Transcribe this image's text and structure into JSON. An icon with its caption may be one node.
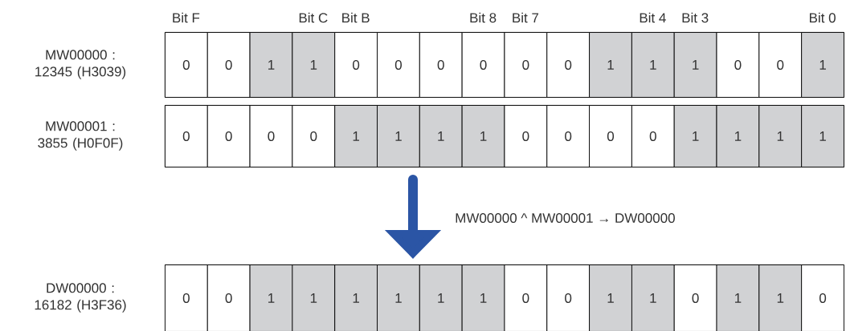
{
  "diagram": {
    "nodes": [
      {
        "text": [],
        "shape": "box",
        "beside": [
          "MW00000 : 12345 (H3039)"
        ]
      },
      {
        "text": [
          "0"
        ],
        "in": 0
      },
      {
        "text": [
          "0"
        ],
        "in": 0
      },
      {
        "text": [
          "1"
        ],
        "in": 0
      },
      {
        "text": [
          "1"
        ],
        "in": 0
      },
      {
        "text": [
          "0"
        ],
        "in": 0
      },
      {
        "text": [
          "0"
        ],
        "in": 0
      },
      {
        "text": [
          "0"
        ],
        "in": 0
      },
      {
        "text": [
          "0"
        ],
        "in": 0
      },
      {
        "text": [
          "0"
        ],
        "in": 0
      },
      {
        "text": [
          "0"
        ],
        "in": 0
      },
      {
        "text": [
          "1"
        ],
        "in": 0
      },
      {
        "text": [
          "1"
        ],
        "in": 0
      },
      {
        "text": [
          "1"
        ],
        "in": 0
      },
      {
        "text": [
          "0"
        ],
        "in": 0
      },
      {
        "text": [
          "0"
        ],
        "in": 0
      },
      {
        "text": [
          "1"
        ],
        "in": 0
      },
      {
        "text": [],
        "shape": "box",
        "beside": [
          "MW00001 : 3855 (H0F0F)"
        ]
      },
      {
        "text": [
          "0"
        ],
        "in": 17
      },
      {
        "text": [
          "0"
        ],
        "in": 17
      },
      {
        "text": [
          "0"
        ],
        "in": 17
      },
      {
        "text": [
          "0"
        ],
        "in": 17
      },
      {
        "text": [
          "1"
        ],
        "in": 17
      },
      {
        "text": [
          "1"
        ],
        "in": 17
      },
      {
        "text": [
          "1"
        ],
        "in": 17
      },
      {
        "text": [
          "1"
        ],
        "in": 17
      },
      {
        "text": [
          "0"
        ],
        "in": 17
      },
      {
        "text": [
          "0"
        ],
        "in": 17
      },
      {
        "text": [
          "0"
        ],
        "in": 17
      },
      {
        "text": [
          "0"
        ],
        "in": 17
      },
      {
        "text": [
          "1"
        ],
        "in": 17
      },
      {
        "text": [
          "1"
        ],
        "in": 17
      },
      {
        "text": [
          "1"
        ],
        "in": 17
      },
      {
        "text": [
          "1"
        ],
        "in": 17
      },
      {
        "text": [],
        "shape": "box",
        "beside": [
          "DW00000 : 16182 (H3F36)"
        ]
      },
      {
        "text": [
          "0"
        ],
        "in": 34
      },
      {
        "text": [
          "0"
        ],
        "in": 34
      },
      {
        "text": [
          "1"
        ],
        "in": 34
      },
      {
        "text": [
          "1"
        ],
        "in": 34
      },
      {
        "text": [
          "1"
        ],
        "in": 34
      },
      {
        "text": [
          "1"
        ],
        "in": 34
      },
      {
        "text": [
          "1"
        ],
        "in": 34
      },
      {
        "text": [
          "1"
        ],
        "in": 34
      },
      {
        "text": [
          "0"
        ],
        "in": 34
      },
      {
        "text": [
          "0"
        ],
        "in": 34
      },
      {
        "text": [
          "1"
        ],
        "in": 34
      },
      {
        "text": [
          "1"
        ],
        "in": 34
      },
      {
        "text": [
          "0"
        ],
        "in": 34
      },
      {
        "text": [
          "1"
        ],
        "in": 34
      },
      {
        "text": [
          "1"
        ],
        "in": 34
      },
      {
        "text": [
          "0"
        ],
        "in": 34
      }
    ],
    "edges": [
      {
        "from": 17,
        "to": 34,
        "arrow": "to",
        "label": "MW00000 ^ MW00001 →  DW00000"
      }
    ],
    "labels": [
      "Bit F",
      "Bit C",
      "Bit B",
      "Bit 8",
      "Bit 7",
      "Bit 4",
      "Bit 3",
      "Bit 0"
    ]
  }
}
